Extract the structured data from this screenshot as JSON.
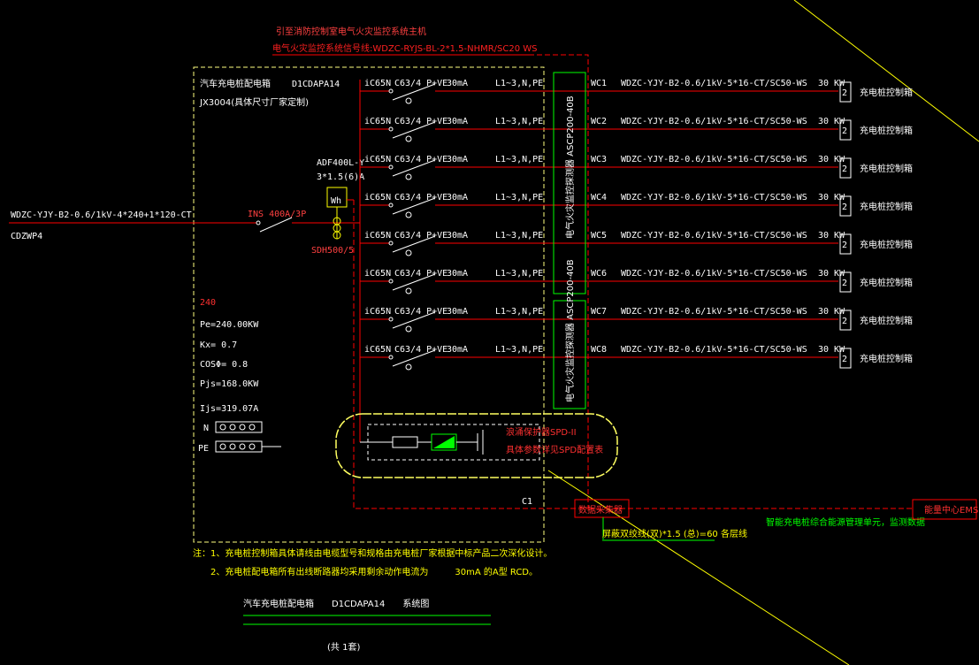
{
  "header": {
    "line1": "引至消防控制室电气火灾监控系统主机",
    "line2": "电气火灾监控系统信号线:WDZC-RYJS-BL-2*1.5-NHMR/SC20 WS"
  },
  "box": {
    "name": "汽车充电桩配电箱",
    "code": "D1CDAPA14",
    "model": "JX3004(具体尺寸厂家定制)"
  },
  "incoming": {
    "cable": "WDZC-YJY-B2-0.6/1kV-4*240+1*120-CT",
    "source": "CDZWP4",
    "breaker": "INS 400A/3P"
  },
  "meter": {
    "model": "ADF400L-Y",
    "spec": "3*1.5(6)A",
    "symbol": "Wh",
    "ct": "SDH500/5"
  },
  "params": {
    "power_label": "240",
    "pe": "Pe=240.00KW",
    "kx": "Kx= 0.7",
    "cos": "COSΦ= 0.8",
    "pjs": "Pjs=168.0KW",
    "ijs": "Ijs=319.07A"
  },
  "bars": {
    "n": "N",
    "pe": "PE"
  },
  "circuits": [
    {
      "breaker": "iC65N",
      "rating": "C63/4 P+VE",
      "rcd": "30mA",
      "phase": "L1~3,N,PE",
      "id": "WC1",
      "cable": "WDZC-YJY-B2-0.6/1kV-5*16-CT/SC50-WS",
      "power": "30 KW",
      "load": "充电桩控制箱"
    },
    {
      "breaker": "iC65N",
      "rating": "C63/4 P+VE",
      "rcd": "30mA",
      "phase": "L1~3,N,PE",
      "id": "WC2",
      "cable": "WDZC-YJY-B2-0.6/1kV-5*16-CT/SC50-WS",
      "power": "30 KW",
      "load": "充电桩控制箱"
    },
    {
      "breaker": "iC65N",
      "rating": "C63/4 P+VE",
      "rcd": "30mA",
      "phase": "L1~3,N,PE",
      "id": "WC3",
      "cable": "WDZC-YJY-B2-0.6/1kV-5*16-CT/SC50-WS",
      "power": "30 KW",
      "load": "充电桩控制箱"
    },
    {
      "breaker": "iC65N",
      "rating": "C63/4 P+VE",
      "rcd": "30mA",
      "phase": "L1~3,N,PE",
      "id": "WC4",
      "cable": "WDZC-YJY-B2-0.6/1kV-5*16-CT/SC50-WS",
      "power": "30 KW",
      "load": "充电桩控制箱"
    },
    {
      "breaker": "iC65N",
      "rating": "C63/4 P+VE",
      "rcd": "30mA",
      "phase": "L1~3,N,PE",
      "id": "WC5",
      "cable": "WDZC-YJY-B2-0.6/1kV-5*16-CT/SC50-WS",
      "power": "30 KW",
      "load": "充电桩控制箱"
    },
    {
      "breaker": "iC65N",
      "rating": "C63/4 P+VE",
      "rcd": "30mA",
      "phase": "L1~3,N,PE",
      "id": "WC6",
      "cable": "WDZC-YJY-B2-0.6/1kV-5*16-CT/SC50-WS",
      "power": "30 KW",
      "load": "充电桩控制箱"
    },
    {
      "breaker": "iC65N",
      "rating": "C63/4 P+VE",
      "rcd": "30mA",
      "phase": "L1~3,N,PE",
      "id": "WC7",
      "cable": "WDZC-YJY-B2-0.6/1kV-5*16-CT/SC50-WS",
      "power": "30 KW",
      "load": "充电桩控制箱"
    },
    {
      "breaker": "iC65N",
      "rating": "C63/4 P+VE",
      "rcd": "30mA",
      "phase": "L1~3,N,PE",
      "id": "WC8",
      "cable": "WDZC-YJY-B2-0.6/1kV-5*16-CT/SC50-WS",
      "power": "30 KW",
      "load": "充电桩控制箱"
    }
  ],
  "monitor_modules": [
    {
      "text": "电气火灾监控探测器 ASCP200-40B"
    },
    {
      "text": "电气火灾监控探测器 ASCP200-40B"
    }
  ],
  "spd": {
    "line1": "浪涌保护器SPD-II",
    "line2": "具体参数详见SPD配置表"
  },
  "c1": "C1",
  "collector": {
    "label": "数据采集器",
    "cable": "屏蔽双绞线(双)*1.5 (总)=60 各层线",
    "ems_note": "智能充电桩综合能源管理单元，监测数据",
    "ems": "能量中心EMS"
  },
  "notes": {
    "line1": "注：1、充电桩控制箱具体请线由电缆型号和规格由充电桩厂家根据中标产品二次深化设计。",
    "line2": "2、充电桩配电箱所有出线断路器均采用剩余动作电流为　　　30mA 的A型 RCD。"
  },
  "title": {
    "main": "汽车充电桩配电箱　　D1CDAPA14　　系统图",
    "sub": "(共 1套)"
  },
  "colors": {
    "background": "#000000",
    "text_white": "#ffffff",
    "box_yellow": "#ffff80",
    "green": "#00ff00",
    "red": "#ff0000",
    "label_red": "#ff3030"
  }
}
